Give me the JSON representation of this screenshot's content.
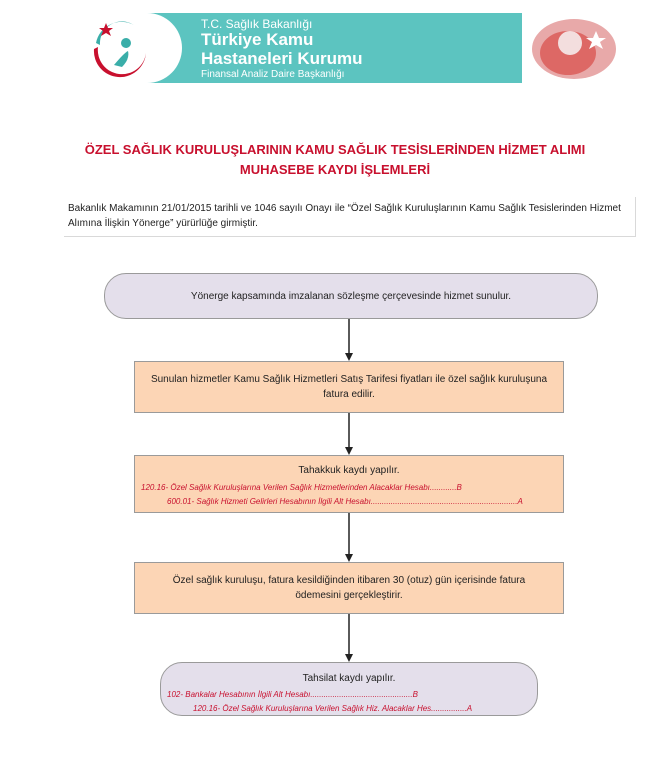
{
  "banner": {
    "line1": "T.C. Sağlık Bakanlığı",
    "line2": "Türkiye Kamu",
    "line3": "Hastaneleri Kurumu",
    "line4": "Finansal Analiz Daire Başkanlığı",
    "logo_icon": "ministry-logo-icon",
    "emblem_icon": "flag-portrait-icon",
    "colors": {
      "banner_bg": "#5cc4c0",
      "logo_red": "#c8102e",
      "logo_teal": "#3aaea9"
    }
  },
  "heading": {
    "line1": "ÖZEL SAĞLIK KURULUŞLARININ KAMU SAĞLIK TESİSLERİNDEN HİZMET ALIMI",
    "line2": "MUHASEBE KAYDI İŞLEMLERİ"
  },
  "intro": "Bakanlık Makamının 21/01/2015 tarihli ve 1046 sayılı Onayı ile “Özel Sağlık Kuruluşlarının Kamu Sağlık Tesislerinden Hizmet Alımına İlişkin Yönerge” yürürlüğe girmiştir.",
  "flow": {
    "step1": "Yönerge kapsamında imzalanan sözleşme çerçevesinde hizmet sunulur.",
    "step2": "Sunulan hizmetler Kamu Sağlık Hizmetleri Satış Tarifesi fiyatları ile özel sağlık kuruluşuna fatura edilir.",
    "step3": {
      "title": "Tahakkuk kaydı yapılır.",
      "entry1": "120.16- Özel Sağlık Kuruluşlarına Verilen Sağlık Hizmetlerinden Alacaklar Hesabı............B",
      "entry2": "600.01- Sağlık Hizmeti Gelirleri Hesabının İlgili Alt Hesabı..................................................................A"
    },
    "step4": "Özel sağlık kuruluşu, fatura kesildiğinden itibaren 30 (otuz) gün içerisinde fatura ödemesini gerçekleştirir.",
    "step5": {
      "title": "Tahsilat kaydı yapılır.",
      "entry1": "102- Bankalar Hesabının İlgili Alt Hesabı..............................................B",
      "entry2": "120.16- Özel Sağlık Kuruluşlarına Verilen Sağlık Hiz. Alacaklar Hes................A"
    },
    "colors": {
      "rounded_fill": "#e4dfeb",
      "rect_fill": "#fcd5b5",
      "entry_text": "#c8102e",
      "arrow": "#222222"
    }
  }
}
